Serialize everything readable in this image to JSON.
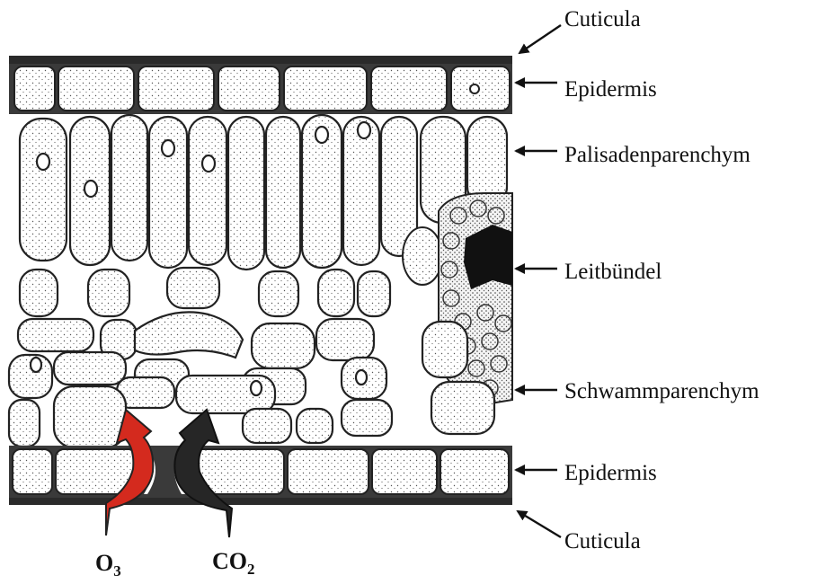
{
  "labels": {
    "cuticula_top": "Cuticula",
    "epidermis_top": "Epidermis",
    "palisade": "Palisadenparenchym",
    "vascular_bundle": "Leitbündel",
    "spongy": "Schwammparenchym",
    "epidermis_bottom": "Epidermis",
    "cuticula_bottom": "Cuticula"
  },
  "gases": {
    "ozone_main": "O",
    "ozone_sub": "3",
    "co2_main": "CO",
    "co2_sub": "2"
  },
  "colors": {
    "ozone_arrow": "#d42a1e",
    "co2_arrow": "#262626",
    "cell_outline": "#222222",
    "vascular_dark": "#111111"
  },
  "icons": [
    "leaf-cross-section",
    "pointer-arrow",
    "curved-gas-arrow"
  ]
}
